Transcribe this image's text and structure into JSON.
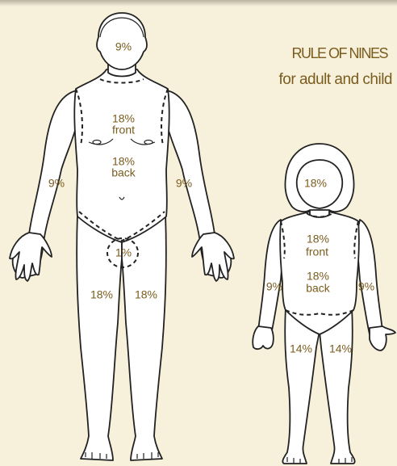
{
  "title": {
    "line1": "RULE OF NINES",
    "line2": "for adult and child"
  },
  "adult": {
    "head": "9%",
    "trunk_front_value": "18%",
    "trunk_front_word": "front",
    "trunk_back_value": "18%",
    "trunk_back_word": "back",
    "left_arm": "9%",
    "right_arm": "9%",
    "groin": "1%",
    "left_leg": "18%",
    "right_leg": "18%"
  },
  "child": {
    "head": "18%",
    "trunk_front_value": "18%",
    "trunk_front_word": "front",
    "trunk_back_value": "18%",
    "trunk_back_word": "back",
    "left_arm": "9%",
    "right_arm": "9%",
    "left_leg": "14%",
    "right_leg": "14%"
  },
  "colors": {
    "background": "#f7f1db",
    "label_text": "#7a5c1e",
    "outline": "#222222"
  }
}
